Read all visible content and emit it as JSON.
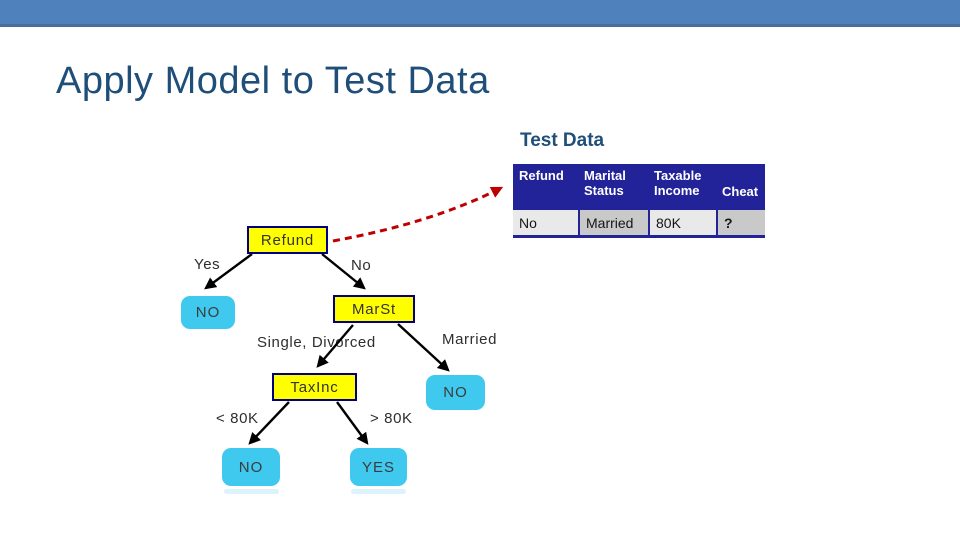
{
  "slide": {
    "title": "Apply Model to Test Data",
    "accent_color": "#4F81BD",
    "title_color": "#1F4E79"
  },
  "test_data": {
    "label": "Test Data",
    "table": {
      "headers": [
        "Refund",
        "Marital Status",
        "Taxable Income",
        "Cheat"
      ],
      "row": [
        "No",
        "Married",
        "80K",
        "?"
      ],
      "header_bg": "#222299",
      "cell_bg_light": "#E9E9E9",
      "cell_bg_mid": "#C9C9C9"
    }
  },
  "tree": {
    "nodes": {
      "refund": "Refund",
      "marst": "MarSt",
      "taxinc": "TaxInc",
      "leaf_no_root": "NO",
      "leaf_no_married": "NO",
      "leaf_no_lt80k": "NO",
      "leaf_yes_gt80k": "YES"
    },
    "edges": {
      "yes": "Yes",
      "no": "No",
      "single_divorced": "Single, Divorced",
      "married": "Married",
      "lt_80k": "< 80K",
      "gt_80k": "> 80K"
    },
    "colors": {
      "decision_fill": "#FFFF00",
      "decision_border": "#000080",
      "leaf_fill": "#3FC9EF",
      "edge_arrow": "#000000",
      "trace_arrow": "#C00000"
    }
  }
}
